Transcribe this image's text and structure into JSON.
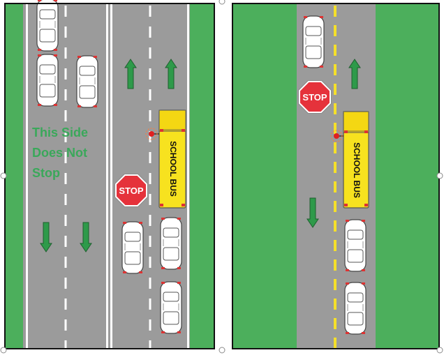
{
  "left_panel": {
    "annotation_lines": [
      "This Side",
      "Does Not",
      "Stop"
    ],
    "stop_sign_text": "STOP",
    "bus_text": "SCHOOL BUS"
  },
  "right_panel": {
    "stop_sign_text": "STOP",
    "bus_text": "SCHOOL BUS"
  },
  "colors": {
    "grass": "#4caf5c",
    "road": "#9b9b9b",
    "lane_line": "#ffffff",
    "center_line": "#f5e02a",
    "arrow": "#2e9a4a",
    "annotation": "#3aa85a",
    "stop_sign": "#e5323b",
    "bus": "#f7e21f",
    "car": "#ffffff"
  },
  "icons": [
    "arrow-up-icon",
    "arrow-down-icon",
    "stop-sign-icon",
    "school-bus-icon",
    "car-icon",
    "flashing-light-icon"
  ]
}
